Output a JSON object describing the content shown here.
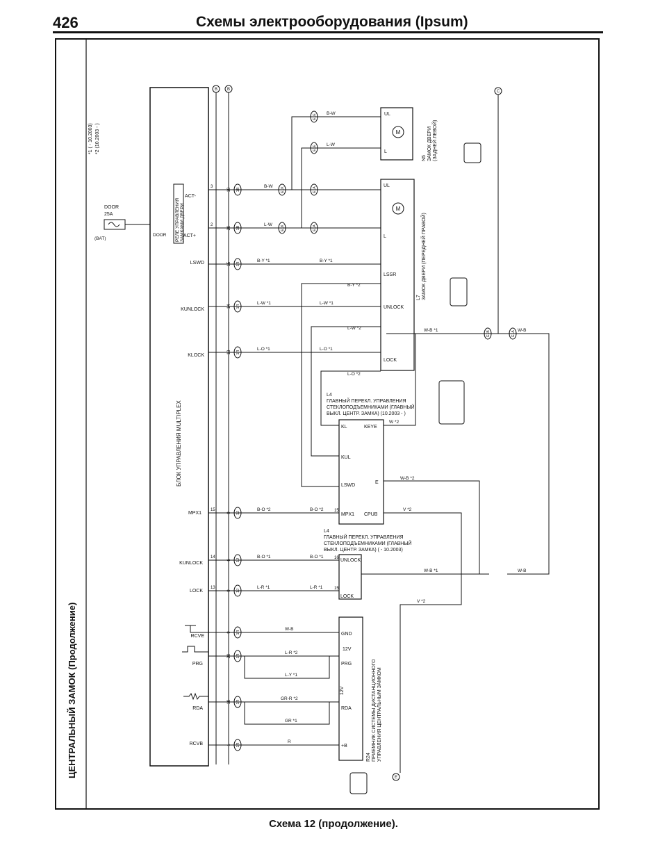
{
  "header": {
    "page_number": "426",
    "title": "Схемы электрооборудования (Ipsum)"
  },
  "caption": "Схема 12 (продолжение).",
  "side_title": "ЦЕНТРАЛЬНЫЙ ЗАМОК (Продолжение)",
  "notes": [
    "*1 ( - 10.2003)",
    "*2 (10.2003 - )"
  ],
  "blocks": {
    "multiplex": "БЛОК УПРАВЛЕНИЯ MULTIPLEX",
    "relay": [
      "РЕЛЕ УПРАВЛЕНИЯ",
      "ЗАМКАМИ ДВЕРИ"
    ],
    "fuse": [
      "DOOR",
      "25A"
    ],
    "batt": "(BAT)",
    "door_pin": "DOOR",
    "n5": [
      "N5",
      "ЗАМОК ДВЕРИ",
      "(ЗАДНЕЙ ЛЕВОЙ)"
    ],
    "l7": [
      "L7",
      "ЗАМОК ДВЕРИ (ПЕРЕДНЕЙ ПРАВОЙ)"
    ],
    "l4_new": [
      "L4",
      "ГЛАВНЫЙ ПЕРЕКЛ. УПРАВЛЕНИЯ",
      "СТЕКЛОПОДЪЕМНИКАМИ (ГЛАВНЫЙ",
      "ВЫКЛ. ЦЕНТР. ЗАМКА) (10.2003 - )"
    ],
    "l4_old": [
      "L4",
      "ГЛАВНЫЙ ПЕРЕКЛ. УПРАВЛЕНИЯ",
      "СТЕКЛОПОДЪЕМНИКАМИ (ГЛАВНЫЙ",
      "ВЫКЛ. ЦЕНТР. ЗАМКА) ( - 10.2003)"
    ],
    "r24": [
      "R24",
      "ПРИЕМНИК СИСТЕМЫ ДИСТАНЦИОННОГО",
      "УПРАВЛЕНИЯ ЦЕНТРАЛЬНЫМ ЗАМКОМ"
    ]
  },
  "multiplex_pins": [
    "ACT-",
    "ACT+",
    "LSWD",
    "KUNLOCK",
    "KLOCK",
    "MPX1",
    "KUNLOCK",
    "LOCK",
    "RCVE",
    "PRG",
    "RDA",
    "RCVB"
  ],
  "pin_numbers": [
    "3",
    "2",
    "15",
    "14",
    "13",
    "15",
    "16",
    "15"
  ],
  "connectors": [
    "1B",
    "1B",
    "1R",
    "1R",
    "1R",
    "1J",
    "1J",
    "1J",
    "1R",
    "1R",
    "1R",
    "1R"
  ],
  "connector_pins": [
    "10",
    "20",
    "15",
    "14",
    "13",
    "9",
    "6",
    "9",
    "9",
    "20",
    "18",
    "1"
  ],
  "wires": {
    "act_minus": "B-W",
    "act_plus": "L-W",
    "lswd": "B-Y *1",
    "kunlock": "L-W *1",
    "klock": "L-O *1",
    "mpx1": "B-O *2",
    "kunlock2": "B-O *1",
    "lock2": "L-R *1",
    "rcve": "W-B",
    "prg_a": "L-R *2",
    "prg_b": "L-Y *1",
    "rda_a": "GR-R *2",
    "rda_b": "GR *1",
    "rcvb": "R",
    "v2": "V *2",
    "wb": "W-B",
    "wb1": "W-B *1",
    "wb2": "W-B *2",
    "w2": "W *2",
    "by2": "B-Y *2",
    "lw2": "L-W *2",
    "lo2": "L-O *2"
  },
  "l7_pins": [
    "UL",
    "L",
    "LSSR",
    "UNLOCK",
    "LOCK"
  ],
  "l4_pins": [
    "KL",
    "KUL",
    "LSWD",
    "MPX1",
    "KEYE",
    "E",
    "CPUB"
  ],
  "l4_old_pins": [
    "UNLOCK",
    "LOCK"
  ],
  "r24_pins": [
    "GND",
    "PRG",
    "RDA",
    "+B",
    "12V"
  ],
  "n5_pins": [
    "UL",
    "L"
  ],
  "junctions": [
    "E1E",
    "E1E",
    "E1K",
    "E1K",
    "E1A",
    "E1A",
    "E1B",
    "E1A"
  ],
  "refs": [
    "B",
    "B",
    "C",
    "E"
  ]
}
